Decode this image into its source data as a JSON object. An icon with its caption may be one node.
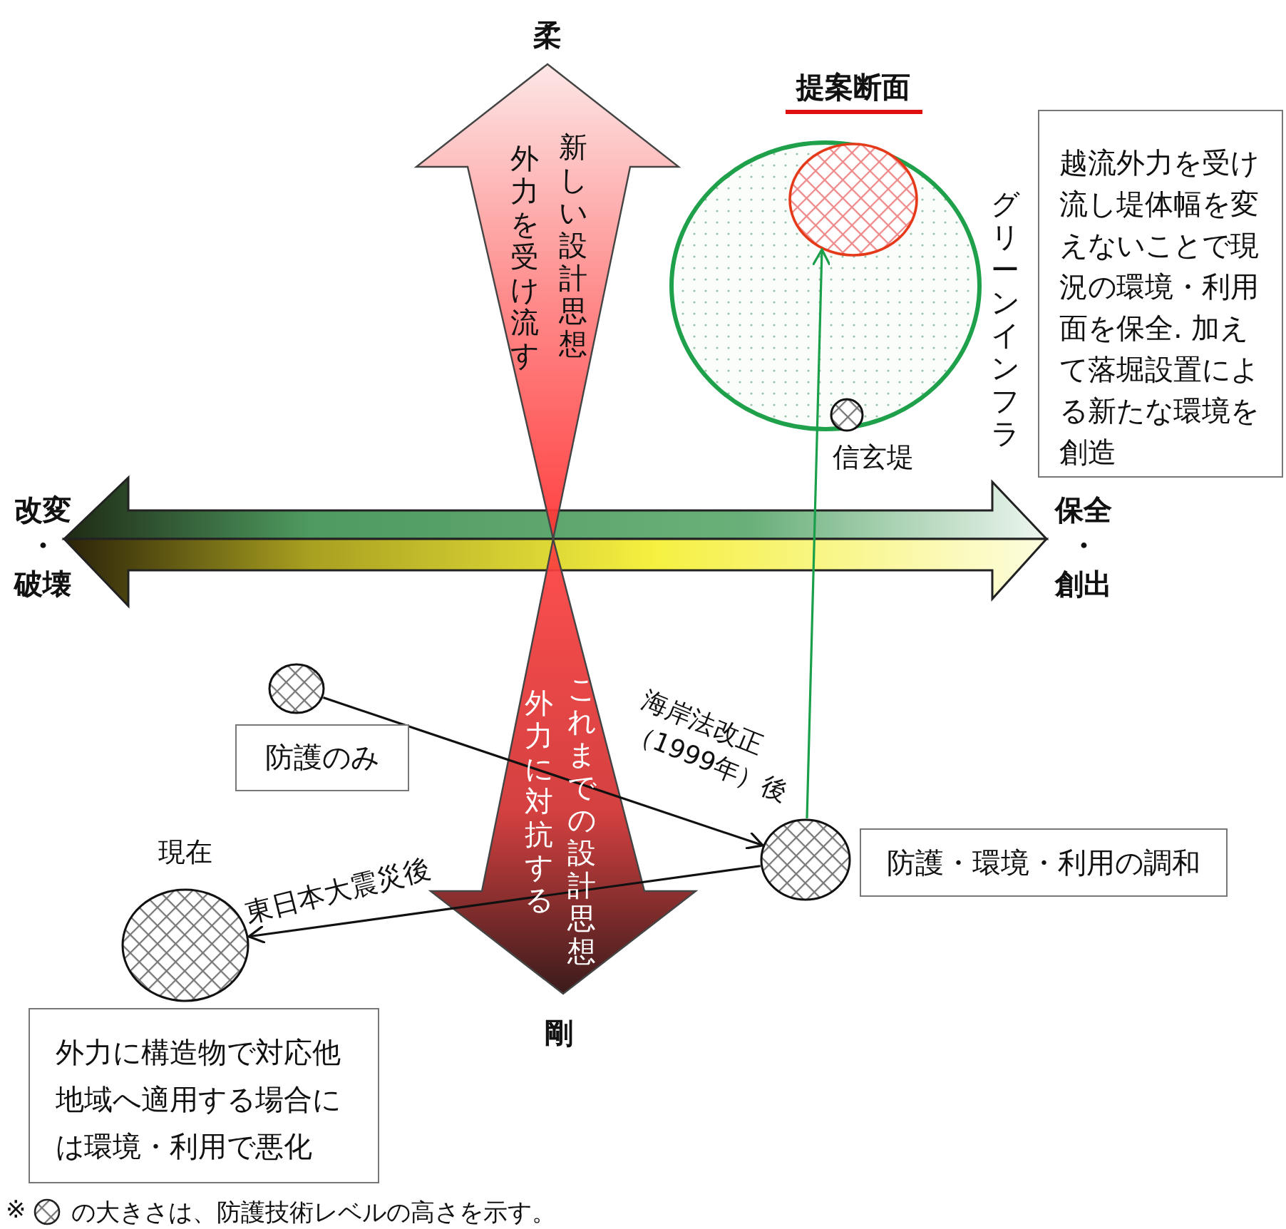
{
  "diagram": {
    "nodes": [
      {
        "text": [
          "グリーンインフラ"
        ]
      },
      {
        "text": [
          "提案断面"
        ],
        "in": 0
      },
      {
        "text": [
          "信玄堤"
        ],
        "in": 0
      },
      {
        "text": [
          "越流外力を受け流し堤体幅を変えないことで現況の環境・利用面を保全. 加えて落堀設置による新たな環境を創造"
        ]
      },
      {
        "text": [],
        "shape": "circle"
      },
      {
        "text": [
          "防護のみ"
        ]
      },
      {
        "text": [],
        "shape": "circle"
      },
      {
        "text": [
          "防護・環境・利用の調和"
        ]
      },
      {
        "text": [
          "現在"
        ]
      },
      {
        "text": [
          "外力に構造物で対応他地域へ適用する場合には環境・利用で悪化"
        ]
      }
    ],
    "edges": [
      {
        "from": 4,
        "to": 6,
        "arrow": "to",
        "label": "海岸法改正（1999年）後"
      },
      {
        "from": 6,
        "to": 8,
        "arrow": "to",
        "label": "東日本大震災後"
      },
      {
        "from": 6,
        "to": 1,
        "arrow": "to",
        "color": "#1aa04a"
      }
    ],
    "labels": [
      "柔",
      "新しい設計思想",
      "外力を受け流す",
      "改変",
      "・",
      "破壊",
      "保全",
      "・",
      "創出",
      "これまでの設計思想",
      "外力に対抗する",
      "剛",
      "※",
      "の大きさは、防護技術レベルの高さを示す。"
    ]
  }
}
